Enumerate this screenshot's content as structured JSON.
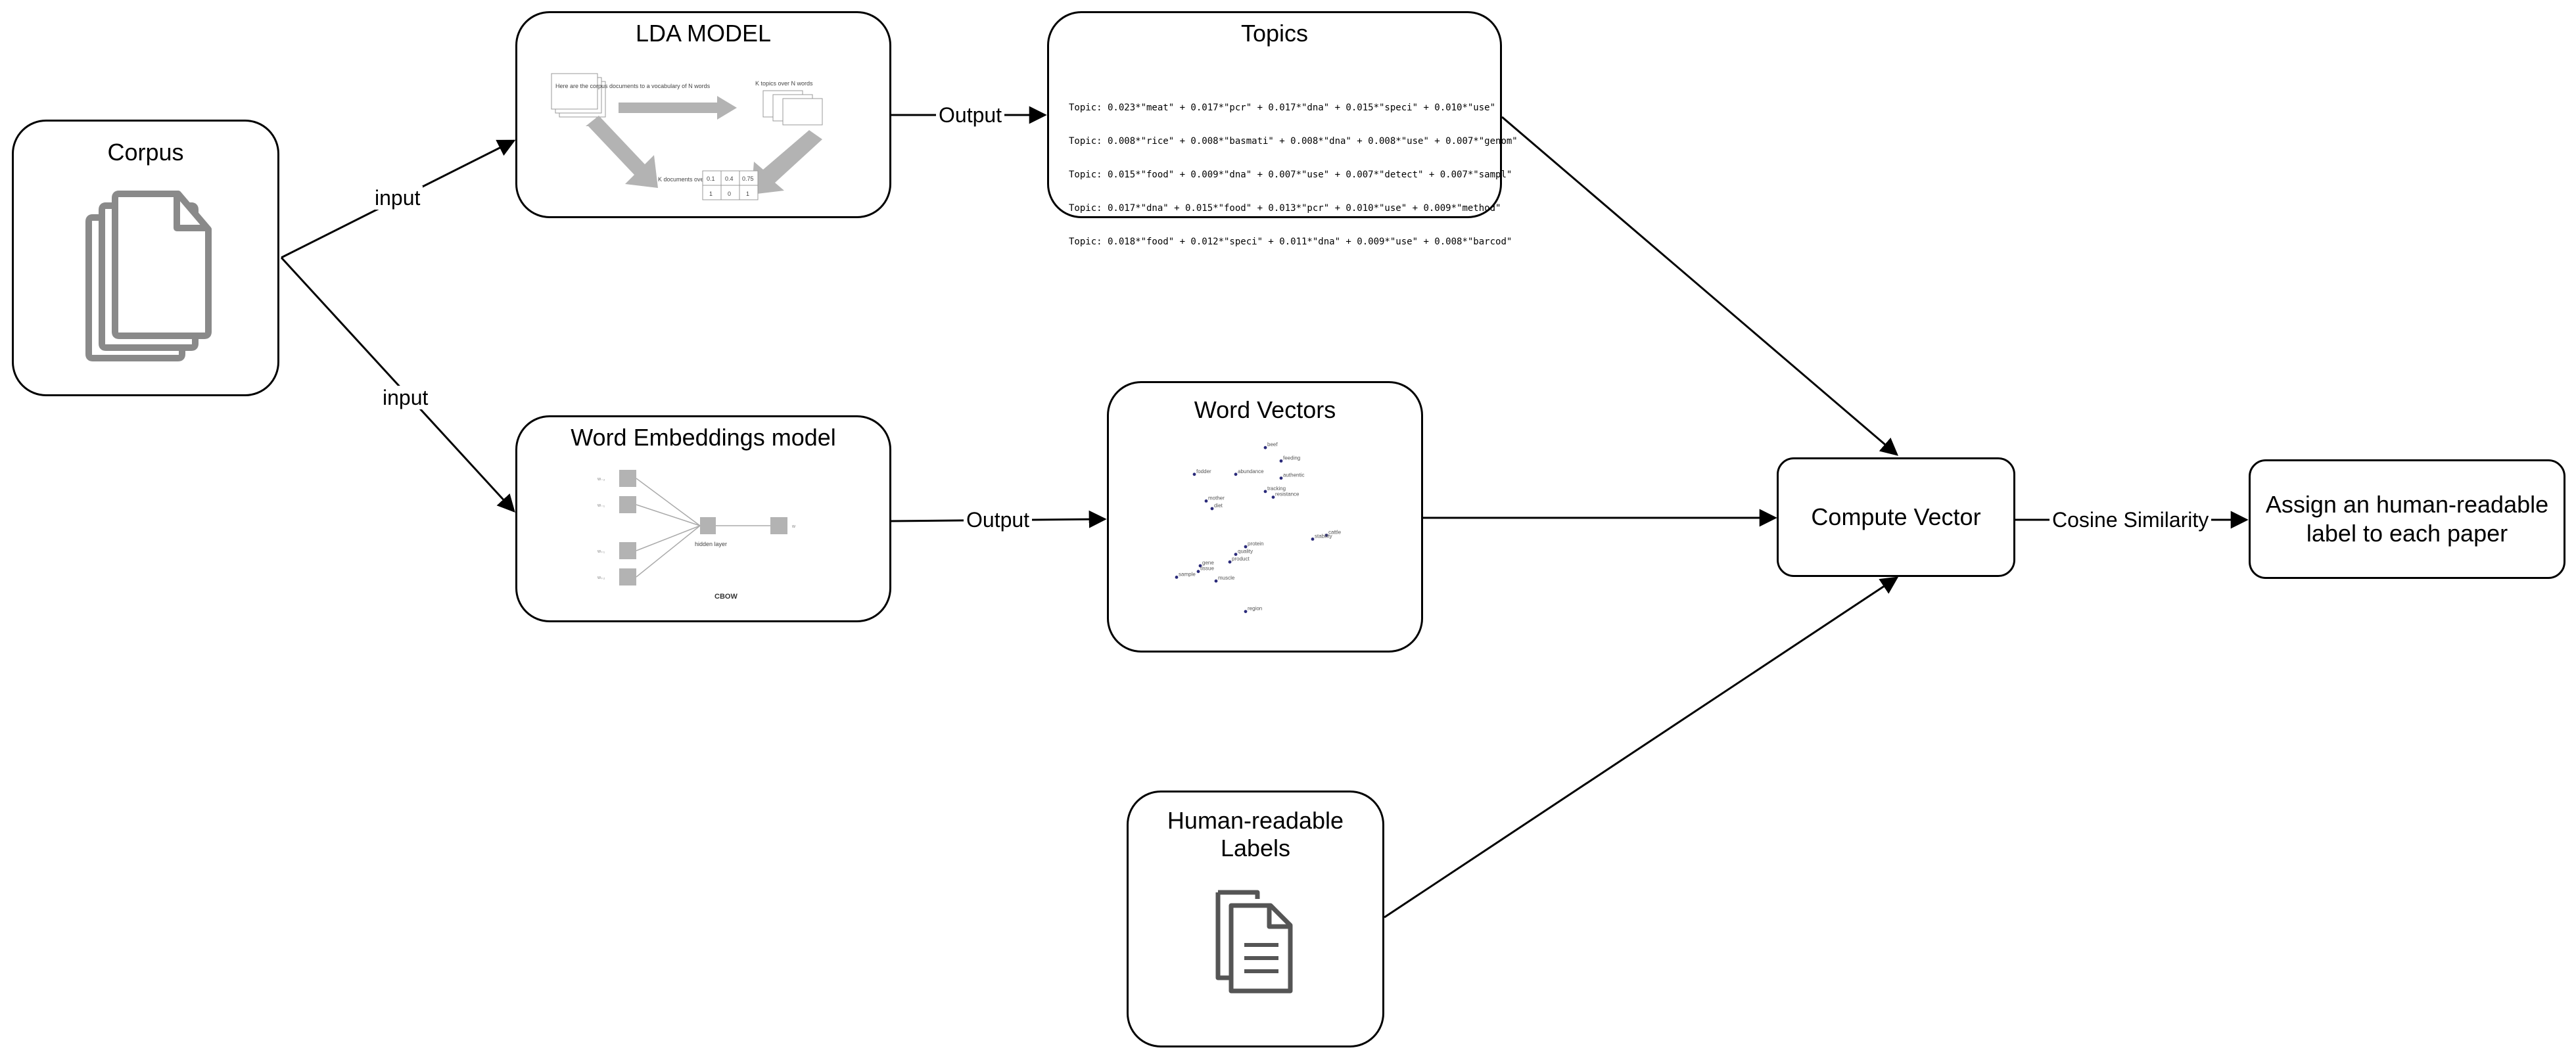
{
  "nodes": {
    "corpus": {
      "title": "Corpus"
    },
    "lda": {
      "title": "LDA MODEL",
      "sketch": {
        "doc_text": "Here are the corpus documents to a vocabulary of N words",
        "topic_text": "K topics over N words",
        "dist_text": "K documents over K topics",
        "values": [
          "0.1",
          "0.4",
          "0.75",
          "1",
          "0",
          "1"
        ]
      }
    },
    "topics": {
      "title": "Topics",
      "lines": [
        "Topic: 0.023*\"meat\" + 0.017*\"pcr\" + 0.017*\"dna\" + 0.015*\"speci\" + 0.010*\"use\"",
        "Topic: 0.008*\"rice\" + 0.008*\"basmati\" + 0.008*\"dna\" + 0.008*\"use\" + 0.007*\"genom\"",
        "Topic: 0.015*\"food\" + 0.009*\"dna\" + 0.007*\"use\" + 0.007*\"detect\" + 0.007*\"sampl\"",
        "Topic: 0.017*\"dna\" + 0.015*\"food\" + 0.013*\"pcr\" + 0.010*\"use\" + 0.009*\"method\"",
        "Topic: 0.018*\"food\" + 0.012*\"speci\" + 0.011*\"dna\" + 0.009*\"use\" + 0.008*\"barcod\""
      ]
    },
    "we_model": {
      "title": "Word Embeddings model",
      "sketch": {
        "caption": "CBOW",
        "hidden_label": "hidden layer"
      }
    },
    "word_vectors": {
      "title": "Word Vectors",
      "points": [
        {
          "label": "beef",
          "x": 0.46,
          "y": 0.92
        },
        {
          "label": "feeding",
          "x": 0.54,
          "y": 0.85
        },
        {
          "label": "fodder",
          "x": 0.1,
          "y": 0.78
        },
        {
          "label": "abundance",
          "x": 0.31,
          "y": 0.78
        },
        {
          "label": "authentic",
          "x": 0.54,
          "y": 0.76
        },
        {
          "label": "tracking",
          "x": 0.46,
          "y": 0.69
        },
        {
          "label": "resistance",
          "x": 0.5,
          "y": 0.66
        },
        {
          "label": "mother",
          "x": 0.16,
          "y": 0.64
        },
        {
          "label": "diet",
          "x": 0.19,
          "y": 0.6
        },
        {
          "label": "cattle",
          "x": 0.77,
          "y": 0.46
        },
        {
          "label": "stability",
          "x": 0.7,
          "y": 0.44
        },
        {
          "label": "protein",
          "x": 0.36,
          "y": 0.4
        },
        {
          "label": "quality",
          "x": 0.31,
          "y": 0.36
        },
        {
          "label": "product",
          "x": 0.28,
          "y": 0.32
        },
        {
          "label": "gene",
          "x": 0.13,
          "y": 0.3
        },
        {
          "label": "tissue",
          "x": 0.12,
          "y": 0.27
        },
        {
          "label": "sample",
          "x": 0.01,
          "y": 0.24
        },
        {
          "label": "muscle",
          "x": 0.21,
          "y": 0.22
        },
        {
          "label": "region",
          "x": 0.36,
          "y": 0.06
        }
      ]
    },
    "compute": {
      "title": "Compute Vector"
    },
    "assign": {
      "title": "Assign an human-readable label to each paper"
    },
    "labels": {
      "title": "Human-readable Labels"
    }
  },
  "edges": {
    "corpus_lda": "input",
    "corpus_we": "input",
    "lda_topics": "Output",
    "we_vectors": "Output",
    "compute_assign": "Cosine Similarity"
  },
  "colors": {
    "stroke": "#000000",
    "doc_icon": "#8a8a8a",
    "label_icon": "#555555",
    "sketch_gray": "#b3b3b3"
  }
}
